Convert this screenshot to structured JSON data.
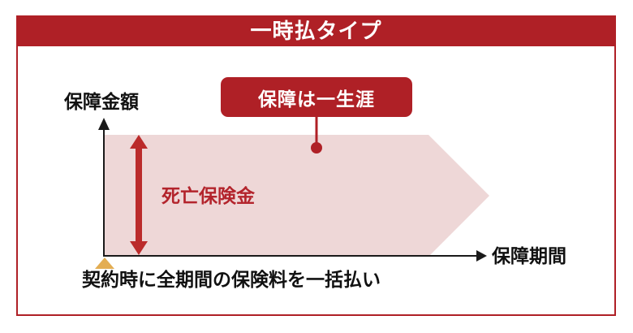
{
  "header": {
    "title": "一時払タイプ"
  },
  "diagram": {
    "y_axis_label": "保障金額",
    "x_axis_label": "保障期間",
    "callout_label": "保障は一生涯",
    "area_label": "死亡保険金",
    "footnote": "契約時に全期間の保険料を一括払い"
  },
  "colors": {
    "accent": "#af2026",
    "arrow-red": "#bb2b2b",
    "label-red": "#b3242c",
    "band-pink": "#eed7d7",
    "marker-gold": "#e3ad52",
    "axis-black": "#1a1a1a"
  }
}
